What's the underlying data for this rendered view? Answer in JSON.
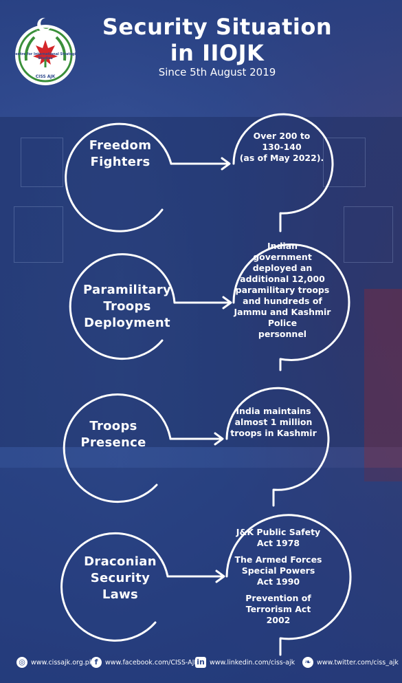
{
  "title_line1": "Security Situation",
  "title_line2": "in IIOJK",
  "subtitle": "Since 5th August 2019",
  "logo": {
    "ring_text": "Centre for International Strategic Studies",
    "short": "CISS AJK",
    "accent": "#d4262a",
    "leaf": "#3a8f3a"
  },
  "items": [
    {
      "label": [
        "Freedom",
        "Fighters"
      ],
      "desc": [
        "Over 200 to",
        "130-140",
        "(as of May 2022)."
      ]
    },
    {
      "label": [
        "Paramilitary",
        "Troops",
        "Deployment"
      ],
      "desc": [
        "Indian",
        "government",
        "deployed an",
        "additional 12,000",
        "paramilitary troops",
        "and hundreds of",
        "Jammu and Kashmir",
        "Police",
        "personnel"
      ]
    },
    {
      "label": [
        "Troops",
        "Presence"
      ],
      "desc": [
        "India maintains",
        "almost 1 million",
        "troops in Kashmir"
      ]
    },
    {
      "label": [
        "Draconian",
        "Security",
        "Laws"
      ],
      "desc_groups": [
        [
          "J&K Public Safety",
          "Act 1978"
        ],
        [
          "The Armed Forces",
          "Special Powers",
          "Act 1990"
        ],
        [
          "Prevention of",
          "Terrorism Act",
          "2002"
        ]
      ]
    }
  ],
  "footer": {
    "web": "www.cissajk.org.pk",
    "facebook": "www.facebook.com/CISS-AJK",
    "linkedin": "www.linkedin.com/ciss-ajk",
    "twitter": "www.twitter.com/ciss_ajk"
  }
}
